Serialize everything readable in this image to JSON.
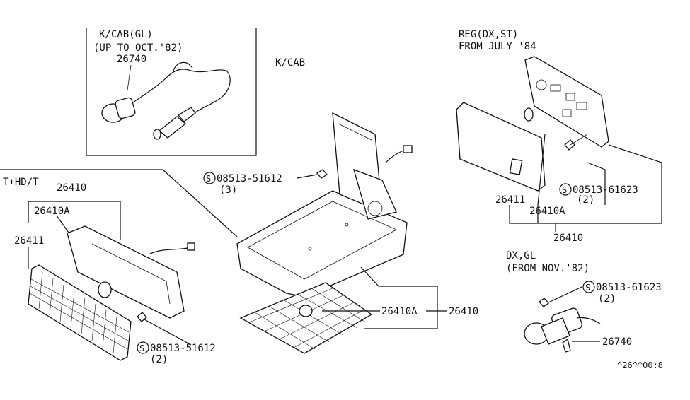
{
  "groups": {
    "kcab_gl": {
      "title": "K/CAB(GL)",
      "note": "(UP TO OCT.'82)",
      "part": "26740"
    },
    "kcab": {
      "title": "K/CAB"
    },
    "reg": {
      "title": "REG(DX,ST)",
      "note": "FROM JULY '84"
    },
    "thdt": {
      "title": "T+HD/T"
    },
    "dxgl": {
      "title": "DX,GL",
      "note": "(FROM NOV.'82)"
    }
  },
  "callouts": {
    "thdt_26410": "26410",
    "thdt_26410a": "26410A",
    "thdt_26411": "26411",
    "thdt_screw": "08513-51612",
    "thdt_screw_qty": "(2)",
    "kcab_screw": "08513-51612",
    "kcab_screw_qty": "(3)",
    "kcab_26410a": "26410A",
    "kcab_26410": "26410",
    "reg_screw": "08513-61623",
    "reg_screw_qty": "(2)",
    "reg_26411": "26411",
    "reg_26410a": "26410A",
    "reg_26410": "26410",
    "dxgl_screw": "08513-61623",
    "dxgl_screw_qty": "(2)",
    "dxgl_26740": "26740"
  },
  "screw_symbol": "S",
  "diagram_code": "^26^^00:8"
}
